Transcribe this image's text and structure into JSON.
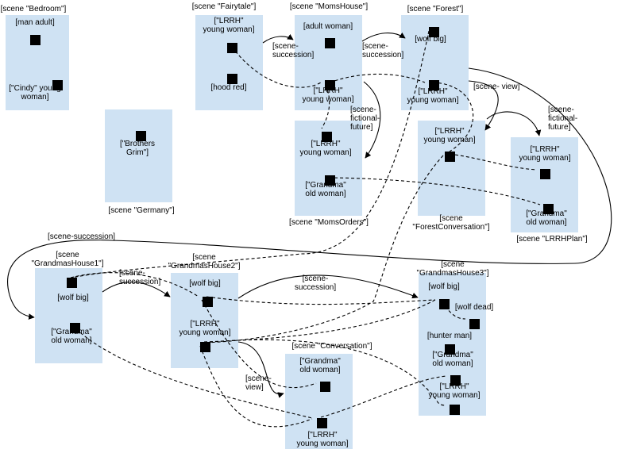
{
  "scenes": [
    {
      "id": "bedroom",
      "caption": "[scene \"Bedroom\"]"
    },
    {
      "id": "fairytale",
      "caption": "[scene \"Fairytale\"]"
    },
    {
      "id": "momshouse",
      "caption": "[scene \"MomsHouse\"]"
    },
    {
      "id": "forest",
      "caption": "[scene \"Forest\"]"
    },
    {
      "id": "germany",
      "caption": "[scene \"Germany\"]"
    },
    {
      "id": "momsorders",
      "caption": "[scene \"MomsOrders\"]"
    },
    {
      "id": "forestconversation",
      "caption": [
        "[scene",
        "\"ForestConversation\"]"
      ]
    },
    {
      "id": "lrrhplan",
      "caption": "[scene \"LRRHPlan\"]"
    },
    {
      "id": "grandmashouse1",
      "caption": [
        "[scene",
        "\"GrandmasHouse1\"]"
      ]
    },
    {
      "id": "grandmashouse2",
      "caption": [
        "[scene",
        "\"GrandmasHouse2\"]"
      ]
    },
    {
      "id": "grandmashouse3",
      "caption": [
        "[scene",
        "\"GrandmasHouse3\"]"
      ]
    },
    {
      "id": "conversation",
      "caption": "[scene \"Conversation\"]"
    }
  ],
  "entities": [
    {
      "id": "bed-man",
      "scene": "bedroom",
      "label": [
        "[man adult]"
      ]
    },
    {
      "id": "bed-cindy",
      "scene": "bedroom",
      "label": [
        "[\"Cindy\" young",
        "woman]"
      ]
    },
    {
      "id": "ger-brothers",
      "scene": "germany",
      "label": [
        "[\"Brothers",
        "Grim\"]"
      ]
    },
    {
      "id": "ft-lrrh",
      "scene": "fairytale",
      "label": [
        "[\"LRRH\"",
        "young woman]"
      ]
    },
    {
      "id": "ft-hood",
      "scene": "fairytale",
      "label": [
        "[hood red]"
      ]
    },
    {
      "id": "mh-adult",
      "scene": "momshouse",
      "label": [
        "[adult woman]"
      ]
    },
    {
      "id": "mh-lrrh",
      "scene": "momshouse",
      "label": [
        "[\"LRRH\"",
        "young woman]"
      ]
    },
    {
      "id": "mo-lrrh",
      "scene": "momsorders",
      "label": [
        "[\"LRRH\"",
        "young woman]"
      ]
    },
    {
      "id": "mo-grandma",
      "scene": "momsorders",
      "label": [
        "[\"Grandma\"",
        "old woman]"
      ]
    },
    {
      "id": "fo-wolf",
      "scene": "forest",
      "label": [
        "[wolf big]"
      ]
    },
    {
      "id": "fo-lrrh",
      "scene": "forest",
      "label": [
        "[\"LRRH\"",
        "young woman]"
      ]
    },
    {
      "id": "fc-lrrh",
      "scene": "forestconversation",
      "label": [
        "[\"LRRH\"",
        "young woman]"
      ]
    },
    {
      "id": "lp-lrrh",
      "scene": "lrrhplan",
      "label": [
        "[\"LRRH\"",
        "young woman]"
      ]
    },
    {
      "id": "lp-grandma",
      "scene": "lrrhplan",
      "label": [
        "[\"Grandma\"",
        "old woman]"
      ]
    },
    {
      "id": "gh1-wolf",
      "scene": "grandmashouse1",
      "label": [
        "[wolf big]"
      ]
    },
    {
      "id": "gh1-grandma",
      "scene": "grandmashouse1",
      "label": [
        "[\"Grandma\"",
        "old woman]"
      ]
    },
    {
      "id": "gh2-wolf",
      "scene": "grandmashouse2",
      "label": [
        "[wolf big]"
      ]
    },
    {
      "id": "gh2-lrrh",
      "scene": "grandmashouse2",
      "label": [
        "[\"LRRH\"",
        "young woman]"
      ]
    },
    {
      "id": "gh3-wolf",
      "scene": "grandmashouse3",
      "label": [
        "[wolf big]"
      ]
    },
    {
      "id": "gh3-wolfdead",
      "scene": "grandmashouse3",
      "label": [
        "[wolf dead]"
      ]
    },
    {
      "id": "gh3-hunter",
      "scene": "grandmashouse3",
      "label": [
        "[hunter man]"
      ]
    },
    {
      "id": "gh3-grandma",
      "scene": "grandmashouse3",
      "label": [
        "[\"Grandma\"",
        "old woman]"
      ]
    },
    {
      "id": "gh3-lrrh",
      "scene": "grandmashouse3",
      "label": [
        "[\"LRRH\"",
        "young woman]"
      ]
    },
    {
      "id": "cv-grandma",
      "scene": "conversation",
      "label": [
        "[\"Grandma\"",
        "old woman]"
      ]
    },
    {
      "id": "cv-lrrh",
      "scene": "conversation",
      "label": [
        "[\"LRRH\"",
        "young woman]"
      ]
    }
  ],
  "relations": [
    {
      "id": "fairytale-momshouse",
      "type": "scene-succession",
      "label": [
        "[scene-",
        "succession]"
      ]
    },
    {
      "id": "momshouse-forest",
      "type": "scene-succession",
      "label": [
        "[scene-",
        "succession]"
      ]
    },
    {
      "id": "momshouse-momsorders",
      "type": "scene-fictional-future",
      "label": [
        "[scene-",
        "fictional-",
        "future]"
      ]
    },
    {
      "id": "forest-forestconversation",
      "type": "scene-view",
      "label": [
        "[scene- view]"
      ]
    },
    {
      "id": "forestconversation-lrrhplan",
      "type": "scene-fictional-future",
      "label": [
        "[scene-",
        "fictional-",
        "future]"
      ]
    },
    {
      "id": "forest-grandmashouse1",
      "type": "scene-succession",
      "label": [
        "[scene-succession]"
      ]
    },
    {
      "id": "grandmashouse1-grandmashouse2",
      "type": "scene-succession",
      "label": [
        "[scene-",
        "succession]"
      ]
    },
    {
      "id": "grandmashouse2-grandmashouse3",
      "type": "scene-succession",
      "label": [
        "[scene-",
        "succession]"
      ]
    },
    {
      "id": "grandmashouse2-conversation",
      "type": "scene-view",
      "label": [
        "[scene-",
        "view]"
      ]
    }
  ],
  "identity_links": [
    [
      "ft-lrrh",
      "mh-lrrh"
    ],
    [
      "mh-lrrh",
      "fo-lrrh"
    ],
    [
      "fo-lrrh",
      "fc-lrrh"
    ],
    [
      "fc-lrrh",
      "lp-lrrh"
    ],
    [
      "mh-lrrh",
      "mo-lrrh"
    ],
    [
      "mo-grandma",
      "lp-grandma"
    ],
    [
      "fo-wolf",
      "gh1-wolf"
    ],
    [
      "gh1-wolf",
      "gh2-wolf"
    ],
    [
      "gh2-wolf",
      "gh3-wolf"
    ],
    [
      "gh3-wolf",
      "gh3-wolfdead"
    ],
    [
      "gh1-grandma",
      "cv-lrrh"
    ],
    [
      "gh2-lrrh",
      "gh3-lrrh"
    ],
    [
      "gh2-lrrh",
      "cv-lrrh"
    ],
    [
      "gh2-wolf",
      "cv-grandma"
    ],
    [
      "fc-lrrh",
      "gh2-lrrh"
    ],
    [
      "cv-lrrh",
      "gh3-grandma"
    ],
    [
      "gh2-lrrh",
      "gh3-wolf"
    ]
  ]
}
